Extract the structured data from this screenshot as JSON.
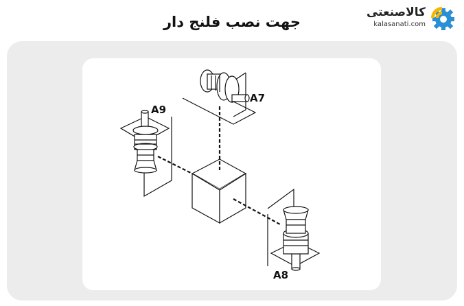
{
  "header": {
    "title": "جهت نصب فلنج دار"
  },
  "logo": {
    "name_fa": "کالاصنعتی",
    "domain": "kalasanati.com",
    "icon": "gear-wifi-icon",
    "colors": {
      "gear": "#2a8fd6",
      "signal": "#f5b700"
    }
  },
  "diagram": {
    "labels": {
      "a7": "A7",
      "a8": "A8",
      "a9": "A9"
    }
  }
}
